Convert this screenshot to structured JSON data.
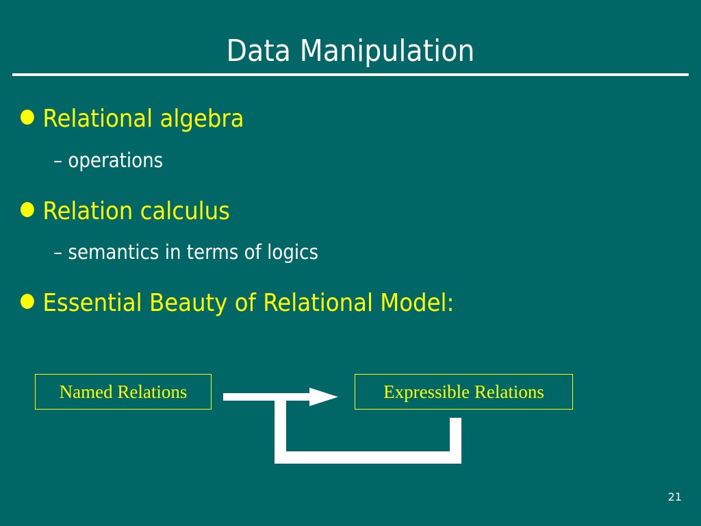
{
  "slide": {
    "title": "Data Manipulation",
    "page_number": "21",
    "bullets": [
      {
        "text": "Relational algebra",
        "sub": "– operations"
      },
      {
        "text": "Relation calculus",
        "sub": "– semantics in terms of logics"
      },
      {
        "text": "Essential Beauty of Relational Model:",
        "sub": ""
      }
    ]
  },
  "diagram": {
    "source_label": "Named Relations",
    "target_label": "Expressible Relations"
  },
  "colors": {
    "background": "#006666",
    "accent": "#ffff00",
    "text": "#ffffff"
  }
}
